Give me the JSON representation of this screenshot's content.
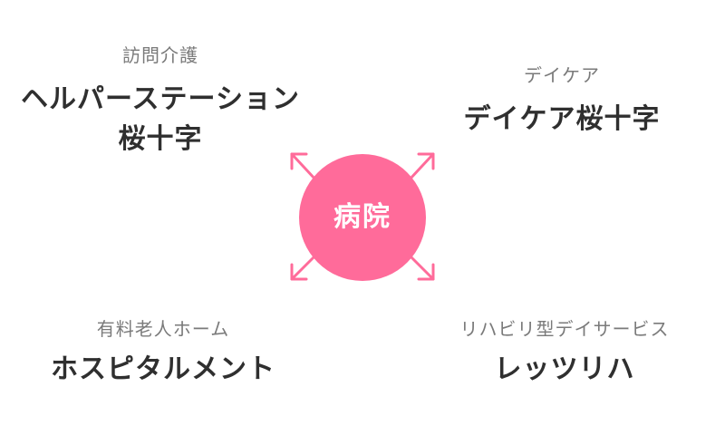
{
  "center": {
    "label": "病院",
    "color": "#ff6b9a"
  },
  "services": {
    "top_left": {
      "category": "訪問介護",
      "name_line1": "ヘルパーステーション",
      "name_line2": "桜十字"
    },
    "top_right": {
      "category": "デイケア",
      "name": "デイケア桜十字"
    },
    "bottom_left": {
      "category": "有料老人ホーム",
      "name": "ホスピタルメント"
    },
    "bottom_right": {
      "category": "リハビリ型デイサービス",
      "name": "レッツリハ"
    }
  }
}
